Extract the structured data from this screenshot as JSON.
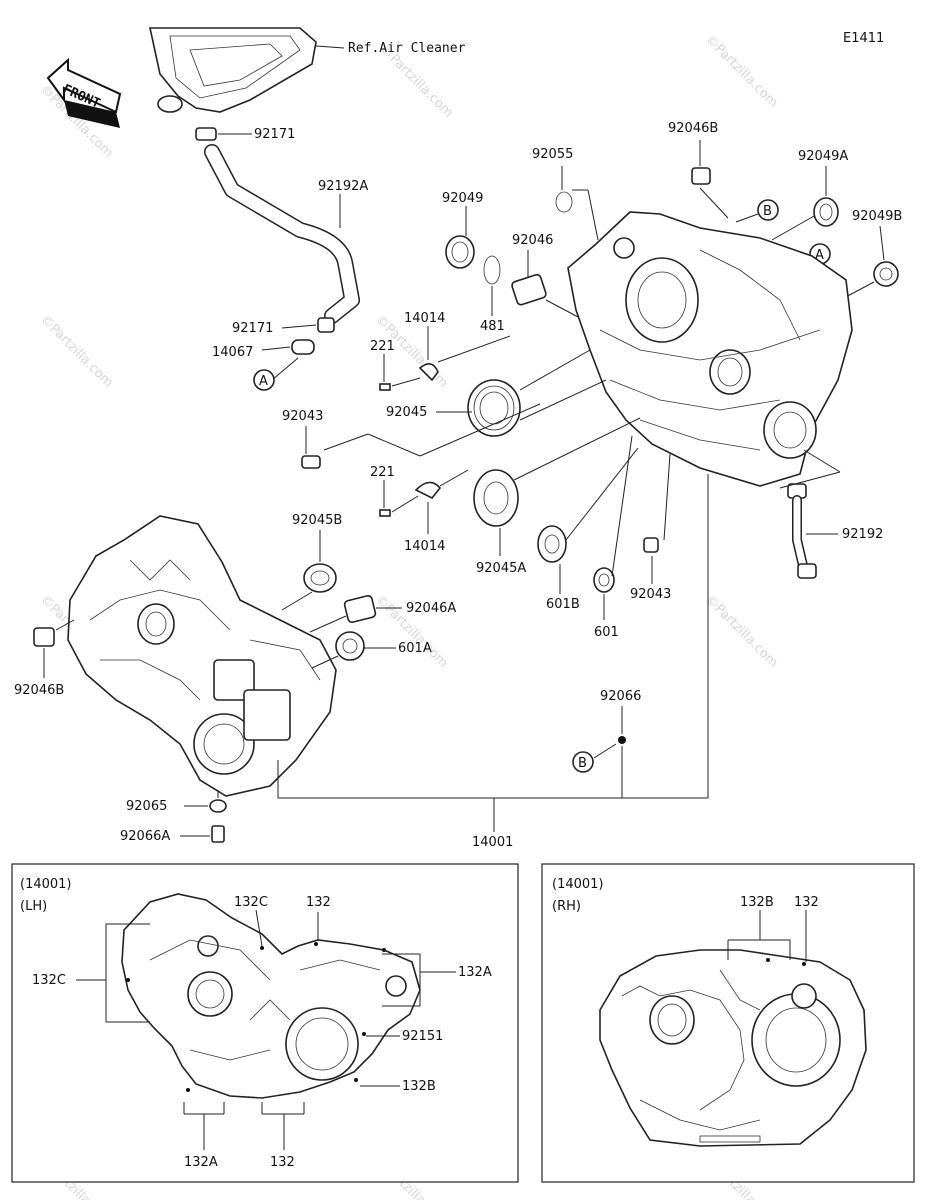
{
  "diagram_code": "E1411",
  "front_label": "FRONT",
  "ref_label": "Ref.Air Cleaner",
  "callouts": {
    "A": "A",
    "B": "B"
  },
  "parts": {
    "p92171_top": "92171",
    "p92192A": "92192A",
    "p92171_mid": "92171",
    "p14067": "14067",
    "p92049": "92049",
    "p92055": "92055",
    "p92046B_top": "92046B",
    "p92049A": "92049A",
    "p92049B": "92049B",
    "p92046": "92046",
    "p481": "481",
    "p14014_top": "14014",
    "p221_top": "221",
    "p92045": "92045",
    "p92043_left": "92043",
    "p221_bot": "221",
    "p14014_bot": "14014",
    "p92045A": "92045A",
    "p601B": "601B",
    "p601": "601",
    "p92043_right": "92043",
    "p92192": "92192",
    "p92045B": "92045B",
    "p92046A": "92046A",
    "p601A": "601A",
    "p92046B_left": "92046B",
    "p92066": "92066",
    "p92065": "92065",
    "p92066A": "92066A",
    "p14001": "14001"
  },
  "lh_box": {
    "header": "(14001)",
    "side": "(LH)",
    "p132C_top": "132C",
    "p132_top": "132",
    "p132C_left": "132C",
    "p132A_right": "132A",
    "p92151": "92151",
    "p132B": "132B",
    "p132A_bottom": "132A",
    "p132_bottom": "132"
  },
  "rh_box": {
    "header": "(14001)",
    "side": "(RH)",
    "p132B": "132B",
    "p132": "132"
  },
  "watermark": "©Partzilla.com"
}
